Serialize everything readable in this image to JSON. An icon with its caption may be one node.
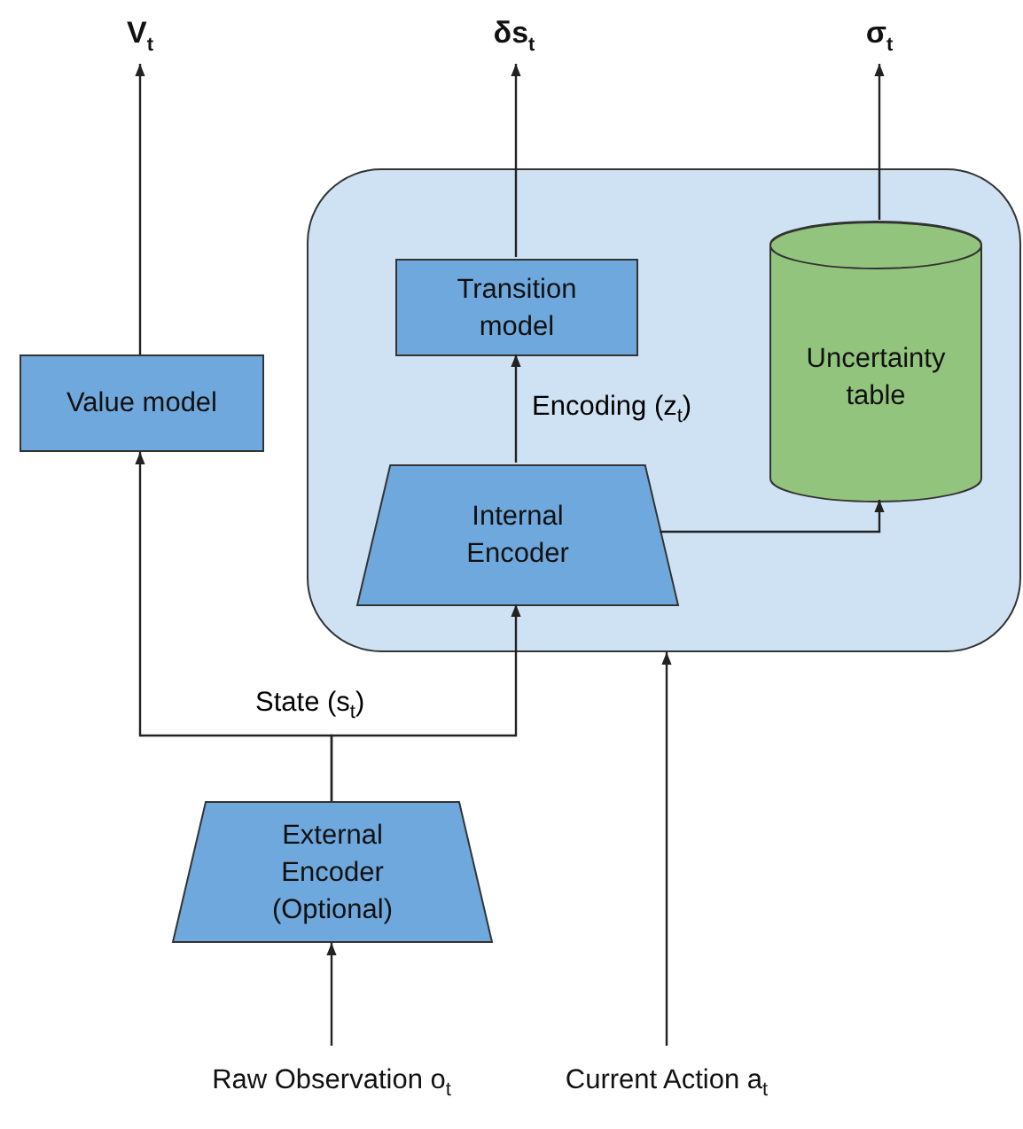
{
  "diagram": {
    "nodes": [
      {
        "text": [
          "V$_{t}$"
        ]
      },
      {
        "text": [
          "δs$_{t}$"
        ]
      },
      {
        "text": [
          "σ$_{t}$"
        ]
      },
      {
        "text": [],
        "shape": "box"
      },
      {
        "text": [
          "Transition model"
        ],
        "in": 3
      },
      {
        "text": [
          "Uncertainty table"
        ],
        "in": 3
      },
      {
        "text": [
          "Internal Encoder"
        ],
        "in": 3
      },
      {
        "text": [
          "Value model"
        ]
      },
      {
        "text": [
          "External Encoder (Optional)"
        ]
      },
      {
        "text": [
          "Raw Observation o$_{t}$"
        ]
      },
      {
        "text": [
          "Current Action a$_{t}$"
        ]
      }
    ],
    "edges": [
      {
        "from": 7,
        "to": 0,
        "arrow": "to"
      },
      {
        "from": 4,
        "to": 1,
        "arrow": "to"
      },
      {
        "from": 5,
        "to": 2,
        "arrow": "to"
      },
      {
        "from": 6,
        "to": 4,
        "arrow": "to",
        "label": "Encoding (z$_{t}$)"
      },
      {
        "from": 6,
        "to": 5,
        "arrow": "to"
      },
      {
        "from": 8,
        "to": 7,
        "arrow": "to",
        "label": "State (s$_{t}$)"
      },
      {
        "from": 8,
        "to": 6,
        "arrow": "to"
      },
      {
        "from": 9,
        "to": 8,
        "arrow": "to"
      },
      {
        "from": 10,
        "to": 3,
        "arrow": "to"
      }
    ]
  }
}
